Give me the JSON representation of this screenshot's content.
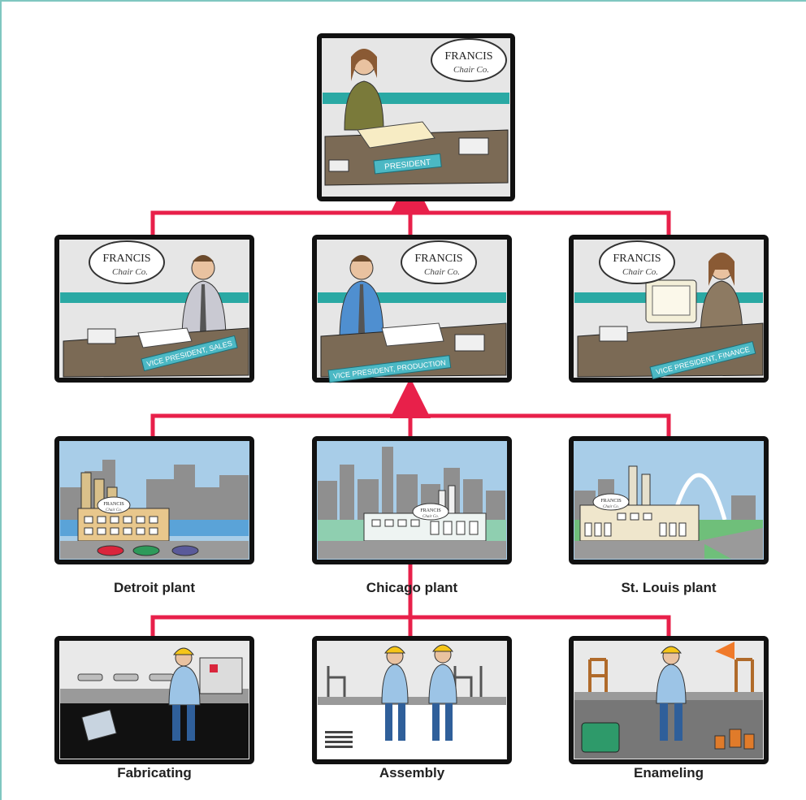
{
  "logo": {
    "line1": "FRANCIS",
    "line2": "Chair Co."
  },
  "plant_logo": {
    "line1": "FRANCIS",
    "line2": "Chair Co."
  },
  "executives": {
    "president": "PRESIDENT",
    "vp_sales": "VICE PRESIDENT, SALES",
    "vp_production": "VICE PRESIDENT, PRODUCTION",
    "vp_finance": "VICE PRESIDENT, FINANCE"
  },
  "plants": {
    "detroit": "Detroit plant",
    "chicago": "Chicago plant",
    "stlouis": "St. Louis plant"
  },
  "departments": {
    "fabricating": "Fabricating",
    "assembly": "Assembly",
    "enameling": "Enameling"
  },
  "colors": {
    "connector": "#e8204a",
    "frame": "#111111",
    "teal": "#2aa9a4",
    "office_wall": "#e6e6e6",
    "sky": "#a8cde8",
    "skyline": "#8f8f8f"
  },
  "icons": [
    "person-icon",
    "desk-icon",
    "factory-icon",
    "skyline-icon",
    "worker-icon",
    "car-icon",
    "arch-icon",
    "chair-icon"
  ]
}
